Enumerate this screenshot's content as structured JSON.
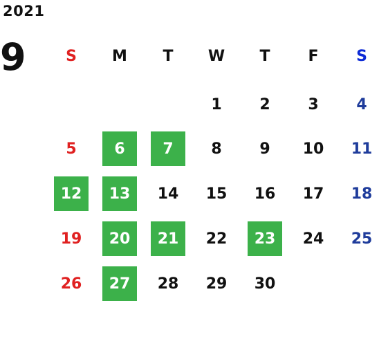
{
  "year": "2021",
  "month": "9",
  "colors": {
    "highlight": "#3cb14a",
    "sunday": "#e02121",
    "saturday": "#1f3c9b",
    "saturday_header": "#0d2bd6",
    "text": "#111111"
  },
  "weekdays": [
    "S",
    "M",
    "T",
    "W",
    "T",
    "F",
    "S"
  ],
  "weeks": [
    [
      "",
      "",
      "",
      "1",
      "2",
      "3",
      "4"
    ],
    [
      "5",
      "6",
      "7",
      "8",
      "9",
      "10",
      "11"
    ],
    [
      "12",
      "13",
      "14",
      "15",
      "16",
      "17",
      "18"
    ],
    [
      "19",
      "20",
      "21",
      "22",
      "23",
      "24",
      "25"
    ],
    [
      "26",
      "27",
      "28",
      "29",
      "30",
      "",
      ""
    ]
  ],
  "highlighted_days": [
    "6",
    "7",
    "12",
    "13",
    "20",
    "21",
    "23",
    "27"
  ]
}
